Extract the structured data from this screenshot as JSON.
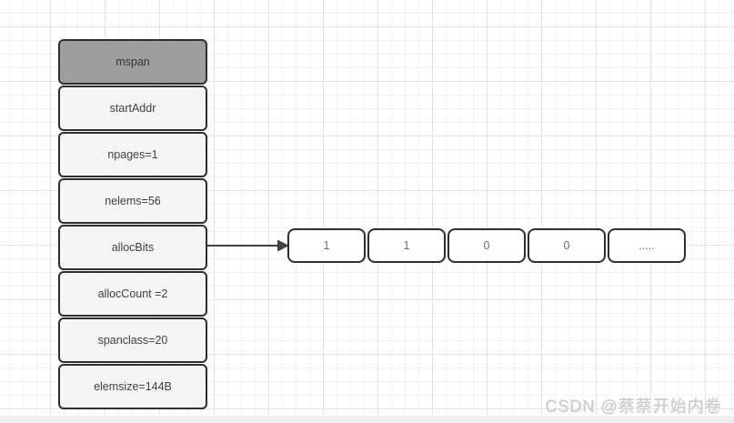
{
  "diagram": {
    "struct": {
      "header": "mspan",
      "fields": [
        "startAddr",
        "npages=1",
        "nelems=56",
        "allocBits",
        "allocCount =2",
        "spanclass=20",
        "elemsize=144B"
      ]
    },
    "bits": [
      "1",
      "1",
      "0",
      "0",
      "....."
    ],
    "arrow": {
      "from": "allocBits",
      "to": "bit-array"
    },
    "colors": {
      "header_fill": "#9e9e9e",
      "field_fill": "#f5f5f5",
      "bit_fill": "#ffffff",
      "border": "#2e2e2e",
      "arrow": "#424242",
      "grid_minor": "#f3f3f5",
      "grid_major": "#e4e4e7"
    }
  },
  "watermark": {
    "text": "CSDN @蔡蔡开始内卷"
  }
}
